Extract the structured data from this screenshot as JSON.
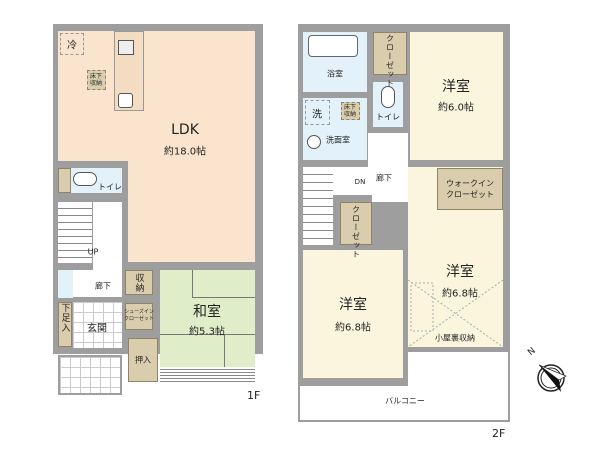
{
  "floor1": {
    "label": "1F",
    "ldk": {
      "name": "LDK",
      "size": "約18.0帖"
    },
    "fridge": "冷",
    "underfloor_storage": "床下\n収納",
    "toilet": "トイレ",
    "stairs_up": "UP",
    "hallway": "廊下",
    "storage": "収納",
    "shoe_closet": "シューズイン\nクローゼット",
    "shoe_cabinet": "下足入",
    "entrance": "玄関",
    "closet": "押入",
    "washitsu": {
      "name": "和室",
      "size": "約5.3帖"
    }
  },
  "floor2": {
    "label": "2F",
    "bathroom": "浴室",
    "closet_a": "クローゼット",
    "laundry": "洗",
    "underfloor_storage": "床下\n収納",
    "washroom": "洗面室",
    "toilet": "トイレ",
    "stairs_down": "DN",
    "hallway": "廊下",
    "closet_b": "クローゼット",
    "walk_in_closet": "ウォークイン\nクローゼット",
    "room_ne": {
      "name": "洋室",
      "size": "約6.0帖"
    },
    "room_se": {
      "name": "洋室",
      "size": "約6.8帖"
    },
    "room_sw": {
      "name": "洋室",
      "size": "約6.8帖"
    },
    "attic_storage": "小屋裏収納",
    "balcony": "バルコニー"
  },
  "compass": {
    "north_label": "N"
  },
  "colors": {
    "ldk": "#fbe4cd",
    "washitsu": "#dfeec8",
    "wet_area": "#e3f1fb",
    "storage": "#d9cdae",
    "western_room": "#fcf5de",
    "wall": "#9e9e9e"
  }
}
